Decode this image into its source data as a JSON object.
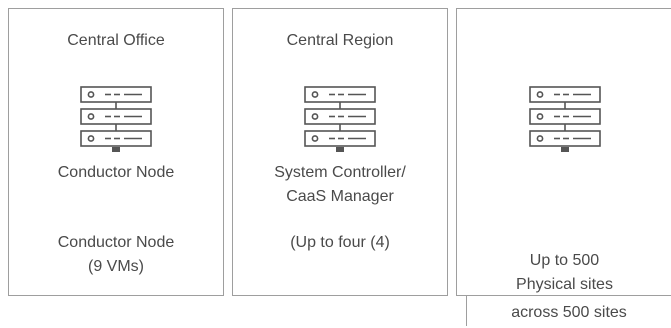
{
  "panels": [
    {
      "title": "Central Office",
      "label_lines": [
        "Conductor Node"
      ],
      "bottom_lines": [
        "Conductor Node",
        "(9 VMs)"
      ],
      "icon": "server-rack-icon"
    },
    {
      "title": "Central Region",
      "label_lines": [
        "System Controller/",
        "CaaS Manager"
      ],
      "bottom_lines": [
        "(Up to four (4)"
      ],
      "icon": "server-rack-icon"
    },
    {
      "title": "",
      "label_lines": [],
      "bottom_lines": [
        "Up to 500",
        "Physical sites"
      ],
      "icon": "server-rack-icon"
    }
  ],
  "footnote": "across 500 sites",
  "colors": {
    "stroke": "#555555",
    "border": "#9e9e9e",
    "text": "#4a4a4a"
  }
}
